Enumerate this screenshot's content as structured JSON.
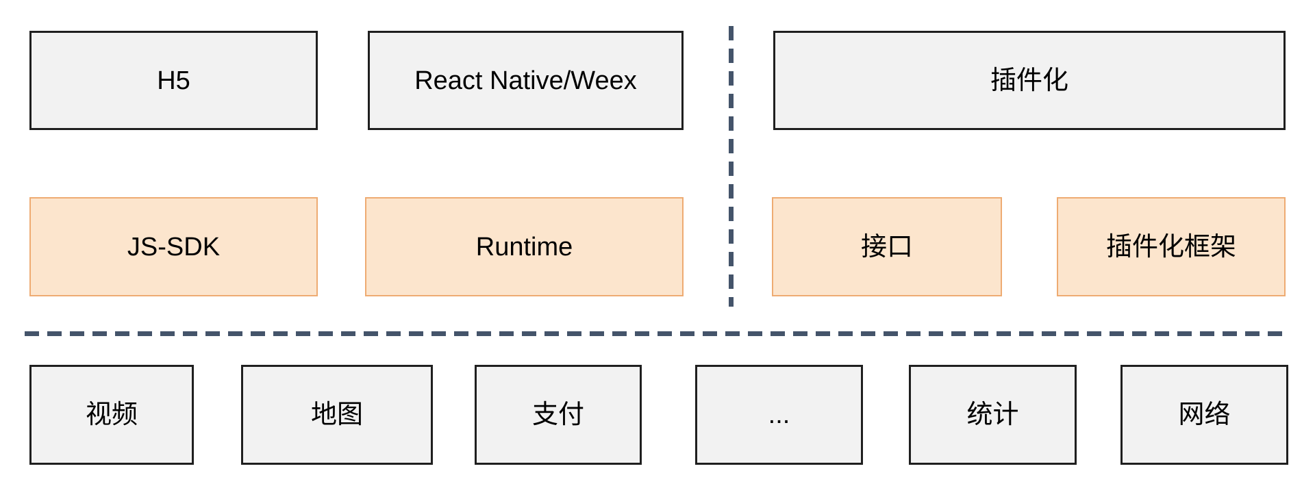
{
  "diagram": {
    "title": "",
    "colors": {
      "gray_box_fill": "#f2f2f2",
      "gray_box_border": "#1f1f1f",
      "orange_box_fill": "#fce5cd",
      "orange_box_border": "#eeab72",
      "divider_dash": "#44546a",
      "text": "#000000",
      "background": "#ffffff"
    },
    "top_row": [
      {
        "name": "h5",
        "label": "H5"
      },
      {
        "name": "react-native-weex",
        "label": "React Native/Weex"
      },
      {
        "name": "pluginization",
        "label": "插件化"
      }
    ],
    "middle_row": [
      {
        "name": "js-sdk",
        "label": "JS-SDK"
      },
      {
        "name": "runtime",
        "label": "Runtime"
      },
      {
        "name": "interface",
        "label": "接口"
      },
      {
        "name": "plugin-framework",
        "label": "插件化框架"
      }
    ],
    "bottom_row": [
      {
        "name": "video",
        "label": "视频"
      },
      {
        "name": "map",
        "label": "地图"
      },
      {
        "name": "payment",
        "label": "支付"
      },
      {
        "name": "ellipsis",
        "label": "..."
      },
      {
        "name": "statistics",
        "label": "统计"
      },
      {
        "name": "network",
        "label": "网络"
      }
    ],
    "dividers": {
      "vertical": "dashed line separating React Native/Weex column from 插件化 column",
      "horizontal": "dashed line separating upper layers from bottom plugin modules row"
    }
  }
}
